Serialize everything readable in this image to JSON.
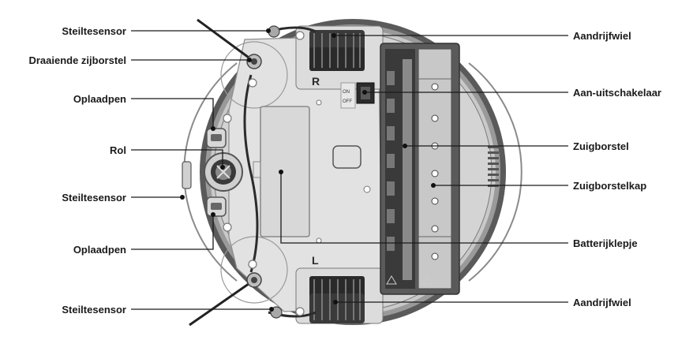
{
  "labels": {
    "left": [
      "Steiltesensor",
      "Draaiende zijborstel",
      "Oplaadpen",
      "Rol",
      "Steiltesensor",
      "Oplaadpen",
      "Steiltesensor"
    ],
    "right": [
      "Aandrijfwiel",
      "Aan-uitschakelaar",
      "Zuigborstel",
      "Zuigborstelkap",
      "Batterijklepje",
      "Aandrijfwiel"
    ]
  },
  "marks": {
    "direction_right": "R",
    "direction_left": "L",
    "switch_on": "ON",
    "switch_off": "OFF"
  },
  "colors": {
    "body_outer": "#5a5a5a",
    "body_main": "#cfcfcf",
    "plate": "#e2e2e2",
    "dark": "#2b2b2b",
    "text": "#1a1a1a"
  }
}
